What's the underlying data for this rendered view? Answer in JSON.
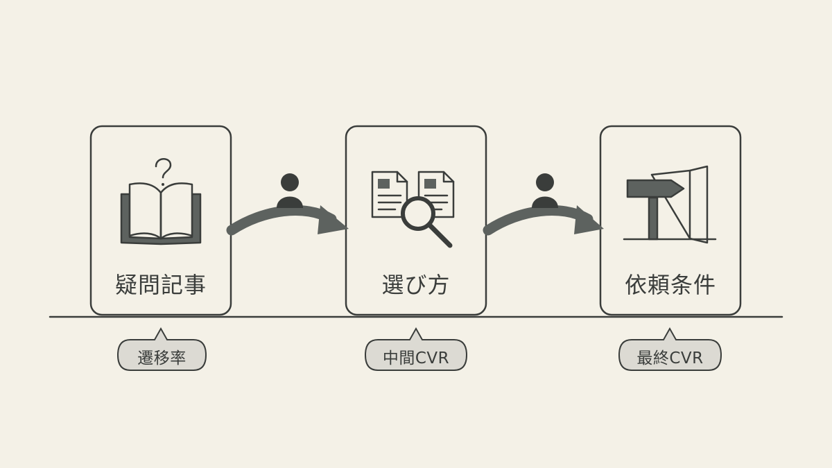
{
  "steps": [
    {
      "label": "疑問記事",
      "icon": "open-book-question-icon"
    },
    {
      "label": "選び方",
      "icon": "documents-magnifier-icon"
    },
    {
      "label": "依頼条件",
      "icon": "signpost-door-icon"
    }
  ],
  "metrics": [
    {
      "label": "遷移率"
    },
    {
      "label": "中間CVR"
    },
    {
      "label": "最終CVR"
    }
  ],
  "connectors": [
    {
      "icon": "person-icon",
      "arrow": "curved-arrow-icon"
    },
    {
      "icon": "person-icon",
      "arrow": "curved-arrow-icon"
    }
  ],
  "colors": {
    "background": "#f4f1e7",
    "stroke": "#3a3d3b",
    "fill": "#5d625f",
    "bubble": "#dcdad3"
  }
}
